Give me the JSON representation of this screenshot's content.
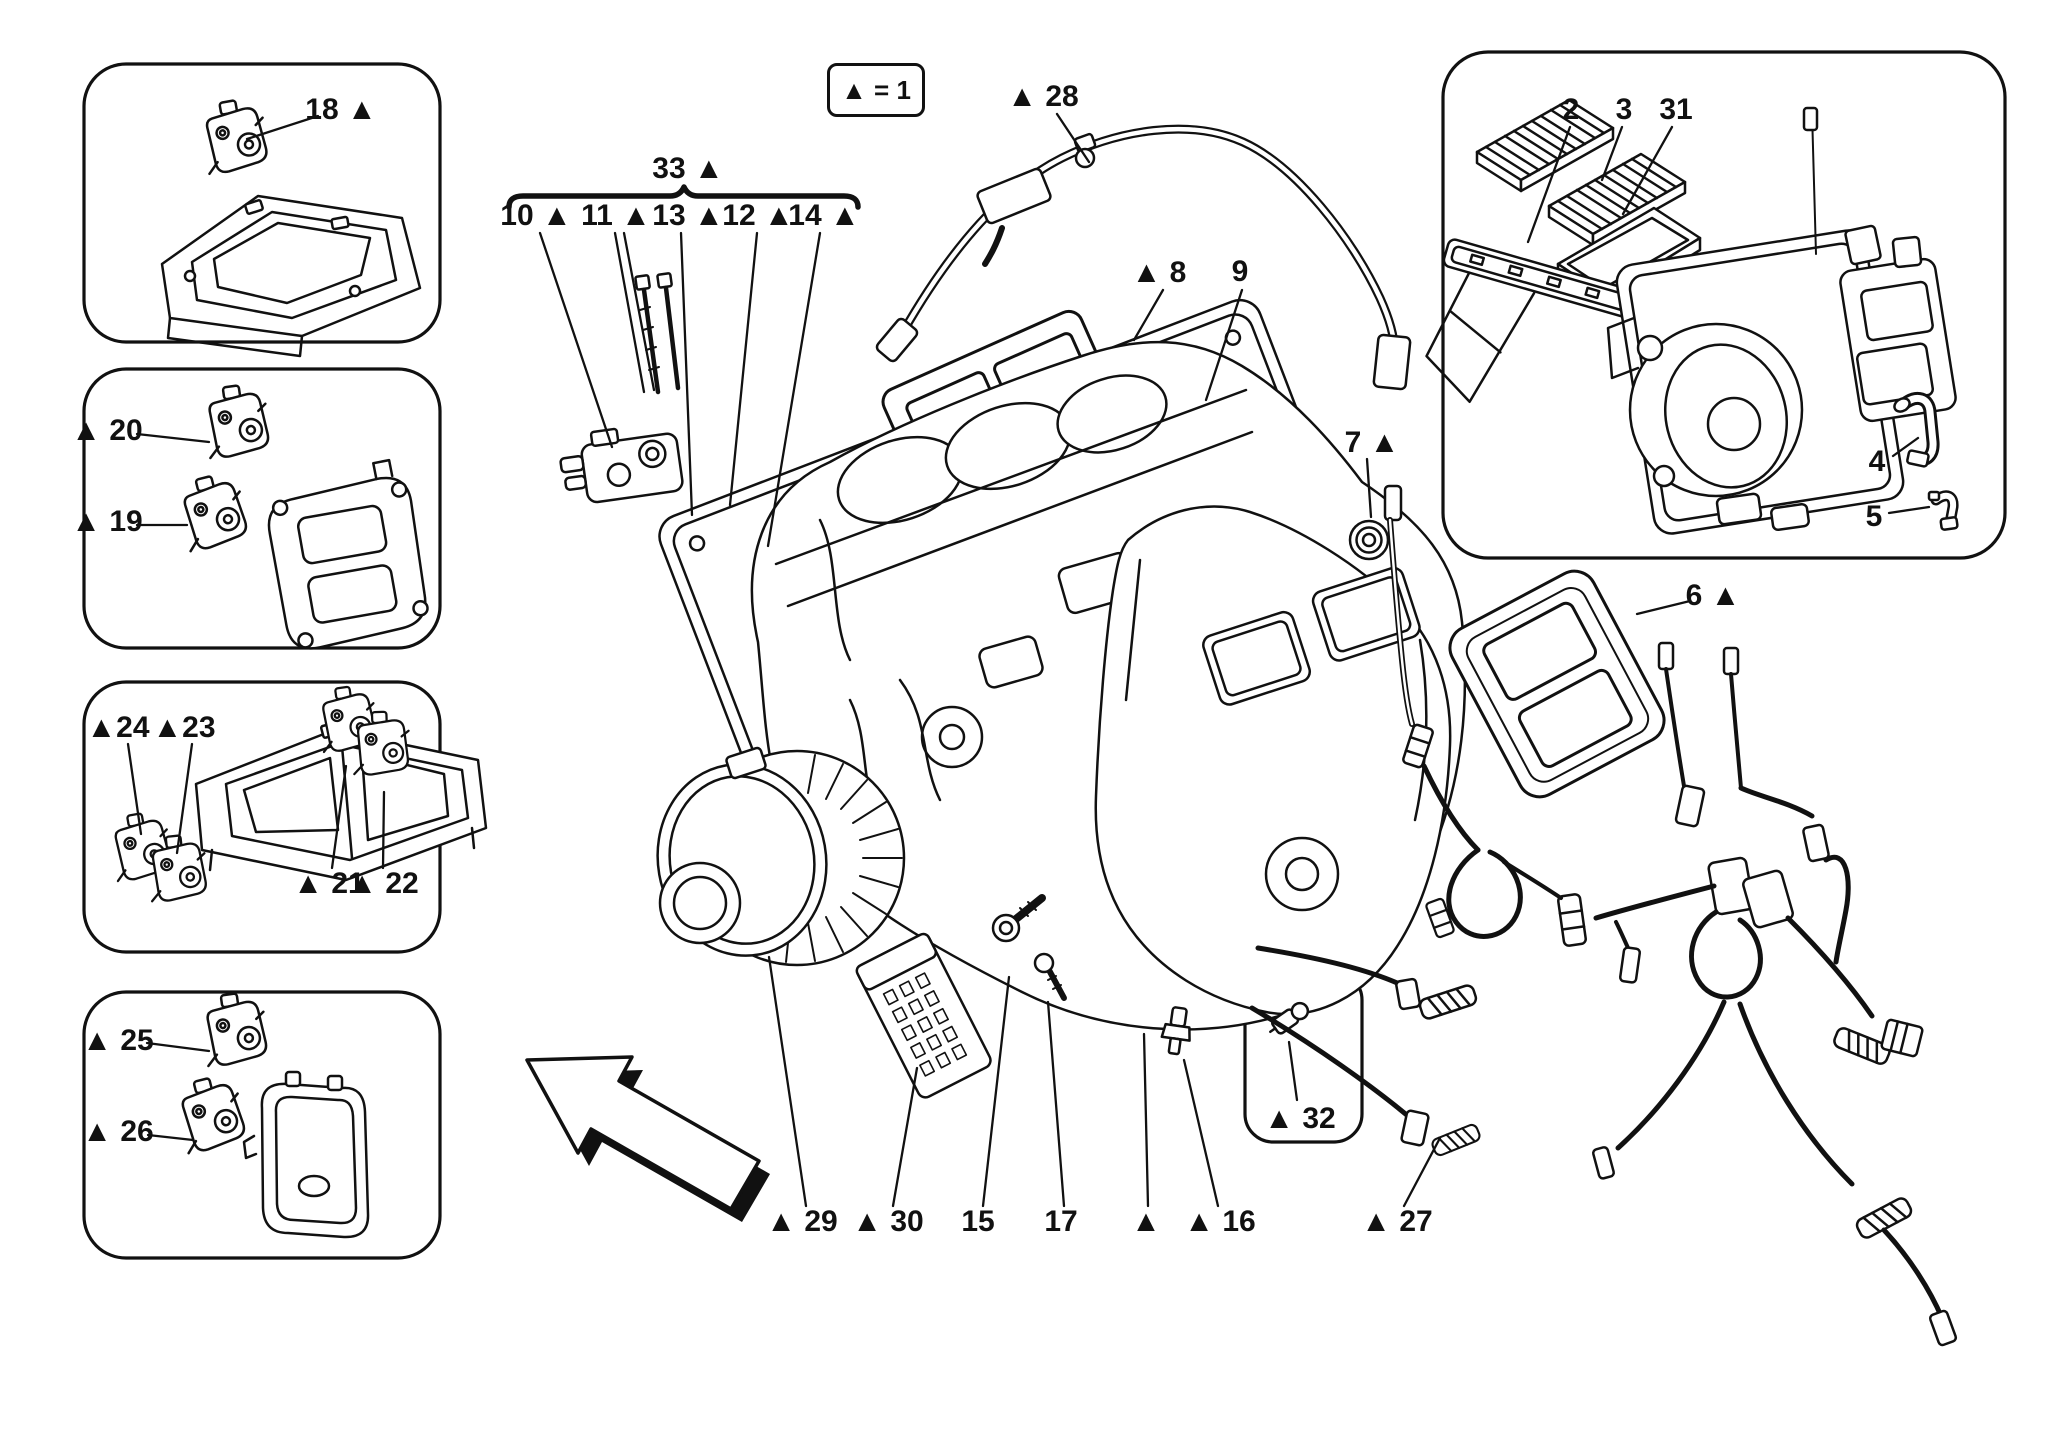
{
  "legend": {
    "text": "▲ = 1"
  },
  "icons": {
    "triangle-marker": "▲"
  },
  "colors": {
    "ink": "#111111",
    "background": "#ffffff"
  },
  "callouts": {
    "n18": "18 ▲",
    "n20": "▲ 20",
    "n19": "▲ 19",
    "n24": "▲24",
    "n23": "▲23",
    "n21": "▲ 21",
    "n22": "▲ 22",
    "n25": "▲ 25",
    "n26": "▲ 26",
    "n33": "33 ▲",
    "n10": "10 ▲",
    "n11": "11 ▲",
    "n13": "13 ▲",
    "n12": "12 ▲",
    "n14": "14 ▲",
    "n28": "▲ 28",
    "n8": "▲ 8",
    "n9": "9",
    "n7": "7 ▲",
    "n2": "2",
    "n3": "3",
    "n31": "31",
    "n4": "4",
    "n5": "5",
    "n6": "6 ▲",
    "n29": "▲ 29",
    "n30": "▲ 30",
    "n15": "15",
    "n17": "17",
    "ntri": "▲",
    "n16": "▲ 16",
    "n32": "▲ 32",
    "n27": "▲ 27"
  }
}
